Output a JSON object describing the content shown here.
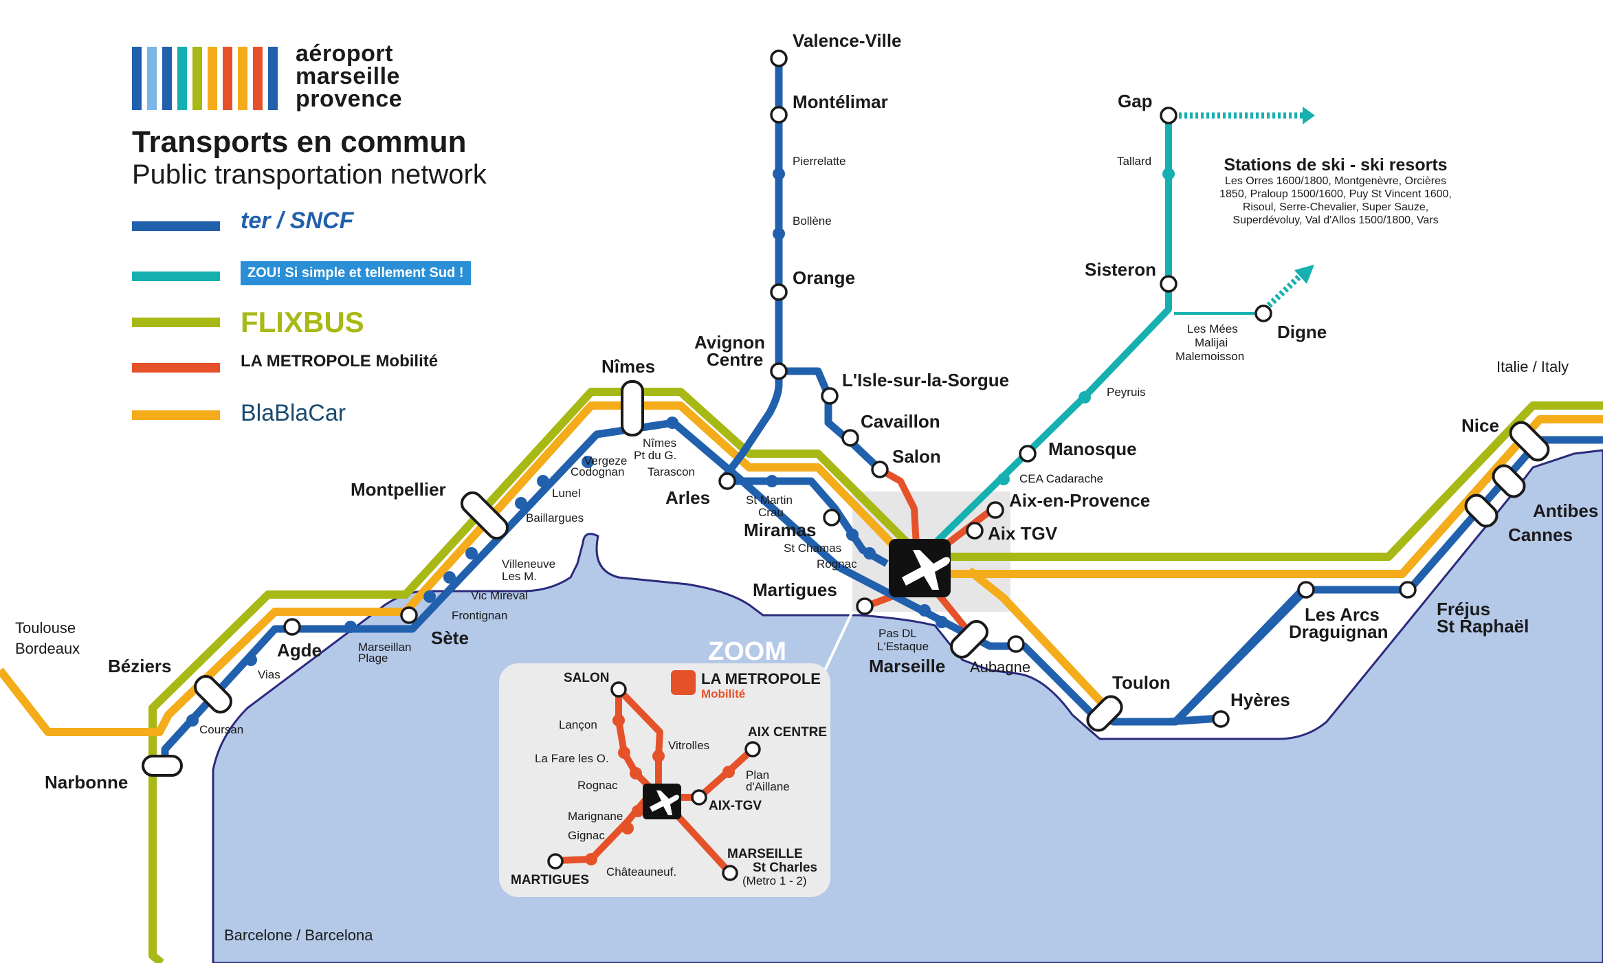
{
  "brand": {
    "line1": "aéroport",
    "line2": "marseille",
    "line3": "provence"
  },
  "title": {
    "fr": "Transports en commun",
    "en": "Public transportation network"
  },
  "legend": [
    {
      "name": "ter / SNCF",
      "color": "#2160ad"
    },
    {
      "name": "ZOU! Si simple et tellement Sud !",
      "color": "#17b0b0"
    },
    {
      "name": "FLIXBUS",
      "color": "#a8b814"
    },
    {
      "name": "LA METROPOLE Mobilité",
      "color": "#e5522a"
    },
    {
      "name": "BlaBlaCar",
      "color": "#f4ac1b"
    }
  ],
  "colors": {
    "ter": "#2160ad",
    "zou": "#17b0b0",
    "flixbus": "#a8b814",
    "metropole": "#e5522a",
    "blablacar": "#f4ac1b",
    "sea": "#b4c8e8",
    "coast": "#2b2a7c"
  },
  "stations": {
    "valence": "Valence-Ville",
    "montelimar": "Montélimar",
    "pierrelatte": "Pierrelatte",
    "bollene": "Bollène",
    "orange": "Orange",
    "avignon1": "Avignon",
    "avignon2": "Centre",
    "isle": "L'Isle-sur-la-Sorgue",
    "cavaillon": "Cavaillon",
    "salon": "Salon",
    "nimes": "Nîmes",
    "nimes_pdg1": "Nîmes",
    "nimes_pdg2": "Pt du G.",
    "tarascon": "Tarascon",
    "arles": "Arles",
    "stmartin1": "St Martin",
    "stmartin2": "Crau",
    "miramas": "Miramas",
    "stchamas": "St Chamas",
    "rognac": "Rognac",
    "martigues": "Martigues",
    "pasdl1": "Pas DL",
    "pasdl2": "L'Estaque",
    "marseille": "Marseille",
    "aubagne": "Aubagne",
    "toulon": "Toulon",
    "hyeres": "Hyères",
    "lesarcs1": "Les Arcs",
    "lesarcs2": "Draguignan",
    "frejus1": "Fréjus",
    "frejus2": "St Raphaël",
    "cannes": "Cannes",
    "antibes": "Antibes",
    "nice": "Nice",
    "italie": "Italie / Italy",
    "aixprov": "Aix-en-Provence",
    "aixtgv": "Aix TGV",
    "cea": "CEA Cadarache",
    "manosque": "Manosque",
    "peyruis": "Peyruis",
    "sisteron": "Sisteron",
    "tallard": "Tallard",
    "gap": "Gap",
    "digne": "Digne",
    "lesmees1": "Les Mées",
    "lesmees2": "Malijai",
    "lesmees3": "Malemoisson",
    "montpellier": "Montpellier",
    "vergeze1": "Vergeze",
    "vergeze2": "Codognan",
    "lunel": "Lunel",
    "baillargues": "Baillargues",
    "villeneuve1": "Villeneuve",
    "villeneuve2": "Les M.",
    "vicmireval": "Vic Mireval",
    "frontignan": "Frontignan",
    "sete": "Sète",
    "marseillan1": "Marseillan",
    "marseillan2": "Plage",
    "agde": "Agde",
    "vias": "Vias",
    "beziers": "Béziers",
    "coursan": "Coursan",
    "narbonne": "Narbonne",
    "toulouse1": "Toulouse",
    "toulouse2": "Bordeaux",
    "barcelone": "Barcelone / Barcelona"
  },
  "ski": {
    "title": "Stations de ski - ski resorts",
    "l1": "Les Orres 1600/1800, Montgenèvre, Orcières",
    "l2": "1850, Praloup 1500/1600, Puy St Vincent 1600,",
    "l3": "Risoul, Serre-Chevalier, Super Sauze,",
    "l4": "Superdévoluy, Val d'Allos 1500/1800, Vars"
  },
  "zoom": {
    "label": "ZOOM",
    "logo1": "LA METROPOLE",
    "logo2": "Mobilité",
    "salon": "SALON",
    "lancon": "Lançon",
    "lafare": "La Fare les O.",
    "rognac": "Rognac",
    "vitrolles": "Vitrolles",
    "aixcentre": "AIX CENTRE",
    "plan1": "Plan",
    "plan2": "d'Aillane",
    "aixtgv": "AIX-TGV",
    "marignane": "Marignane",
    "gignac": "Gignac",
    "martigues": "MARTIGUES",
    "chateauneuf": "Châteauneuf.",
    "marseille": "MARSEILLE",
    "stcharles": "St Charles",
    "metro": "(Metro 1 - 2)"
  }
}
